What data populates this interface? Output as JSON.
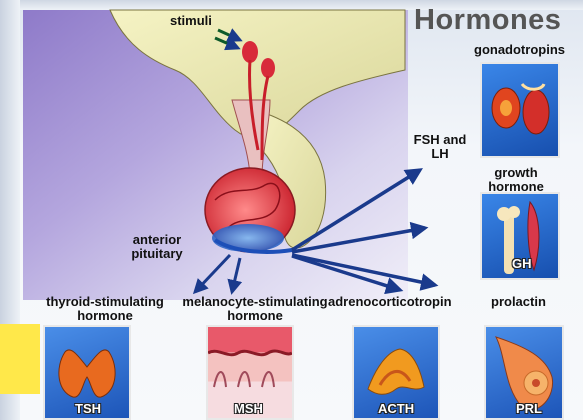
{
  "title": "Hormones",
  "labels": {
    "stimuli": "stimuli",
    "anterior_pituitary": "anterior pituitary",
    "fsh_lh": "FSH and LH",
    "gonadotropins": "gonadotropins",
    "growth_hormone": "growth hormone",
    "tsh_full": "thyroid-stimulating hormone",
    "msh_full": "melanocyte-stimulating hormone",
    "acth_full": "adrenocorticotropin",
    "prolactin": "prolactin"
  },
  "panels": {
    "tsh": "TSH",
    "msh": "MSH",
    "acth": "ACTH",
    "prl": "PRL",
    "gh": "GH"
  },
  "colors": {
    "arrow": "#1a3a8c",
    "panel_bg": "#2e6fd6",
    "gland": "#e04444",
    "vessel": "#2a3fb0"
  }
}
